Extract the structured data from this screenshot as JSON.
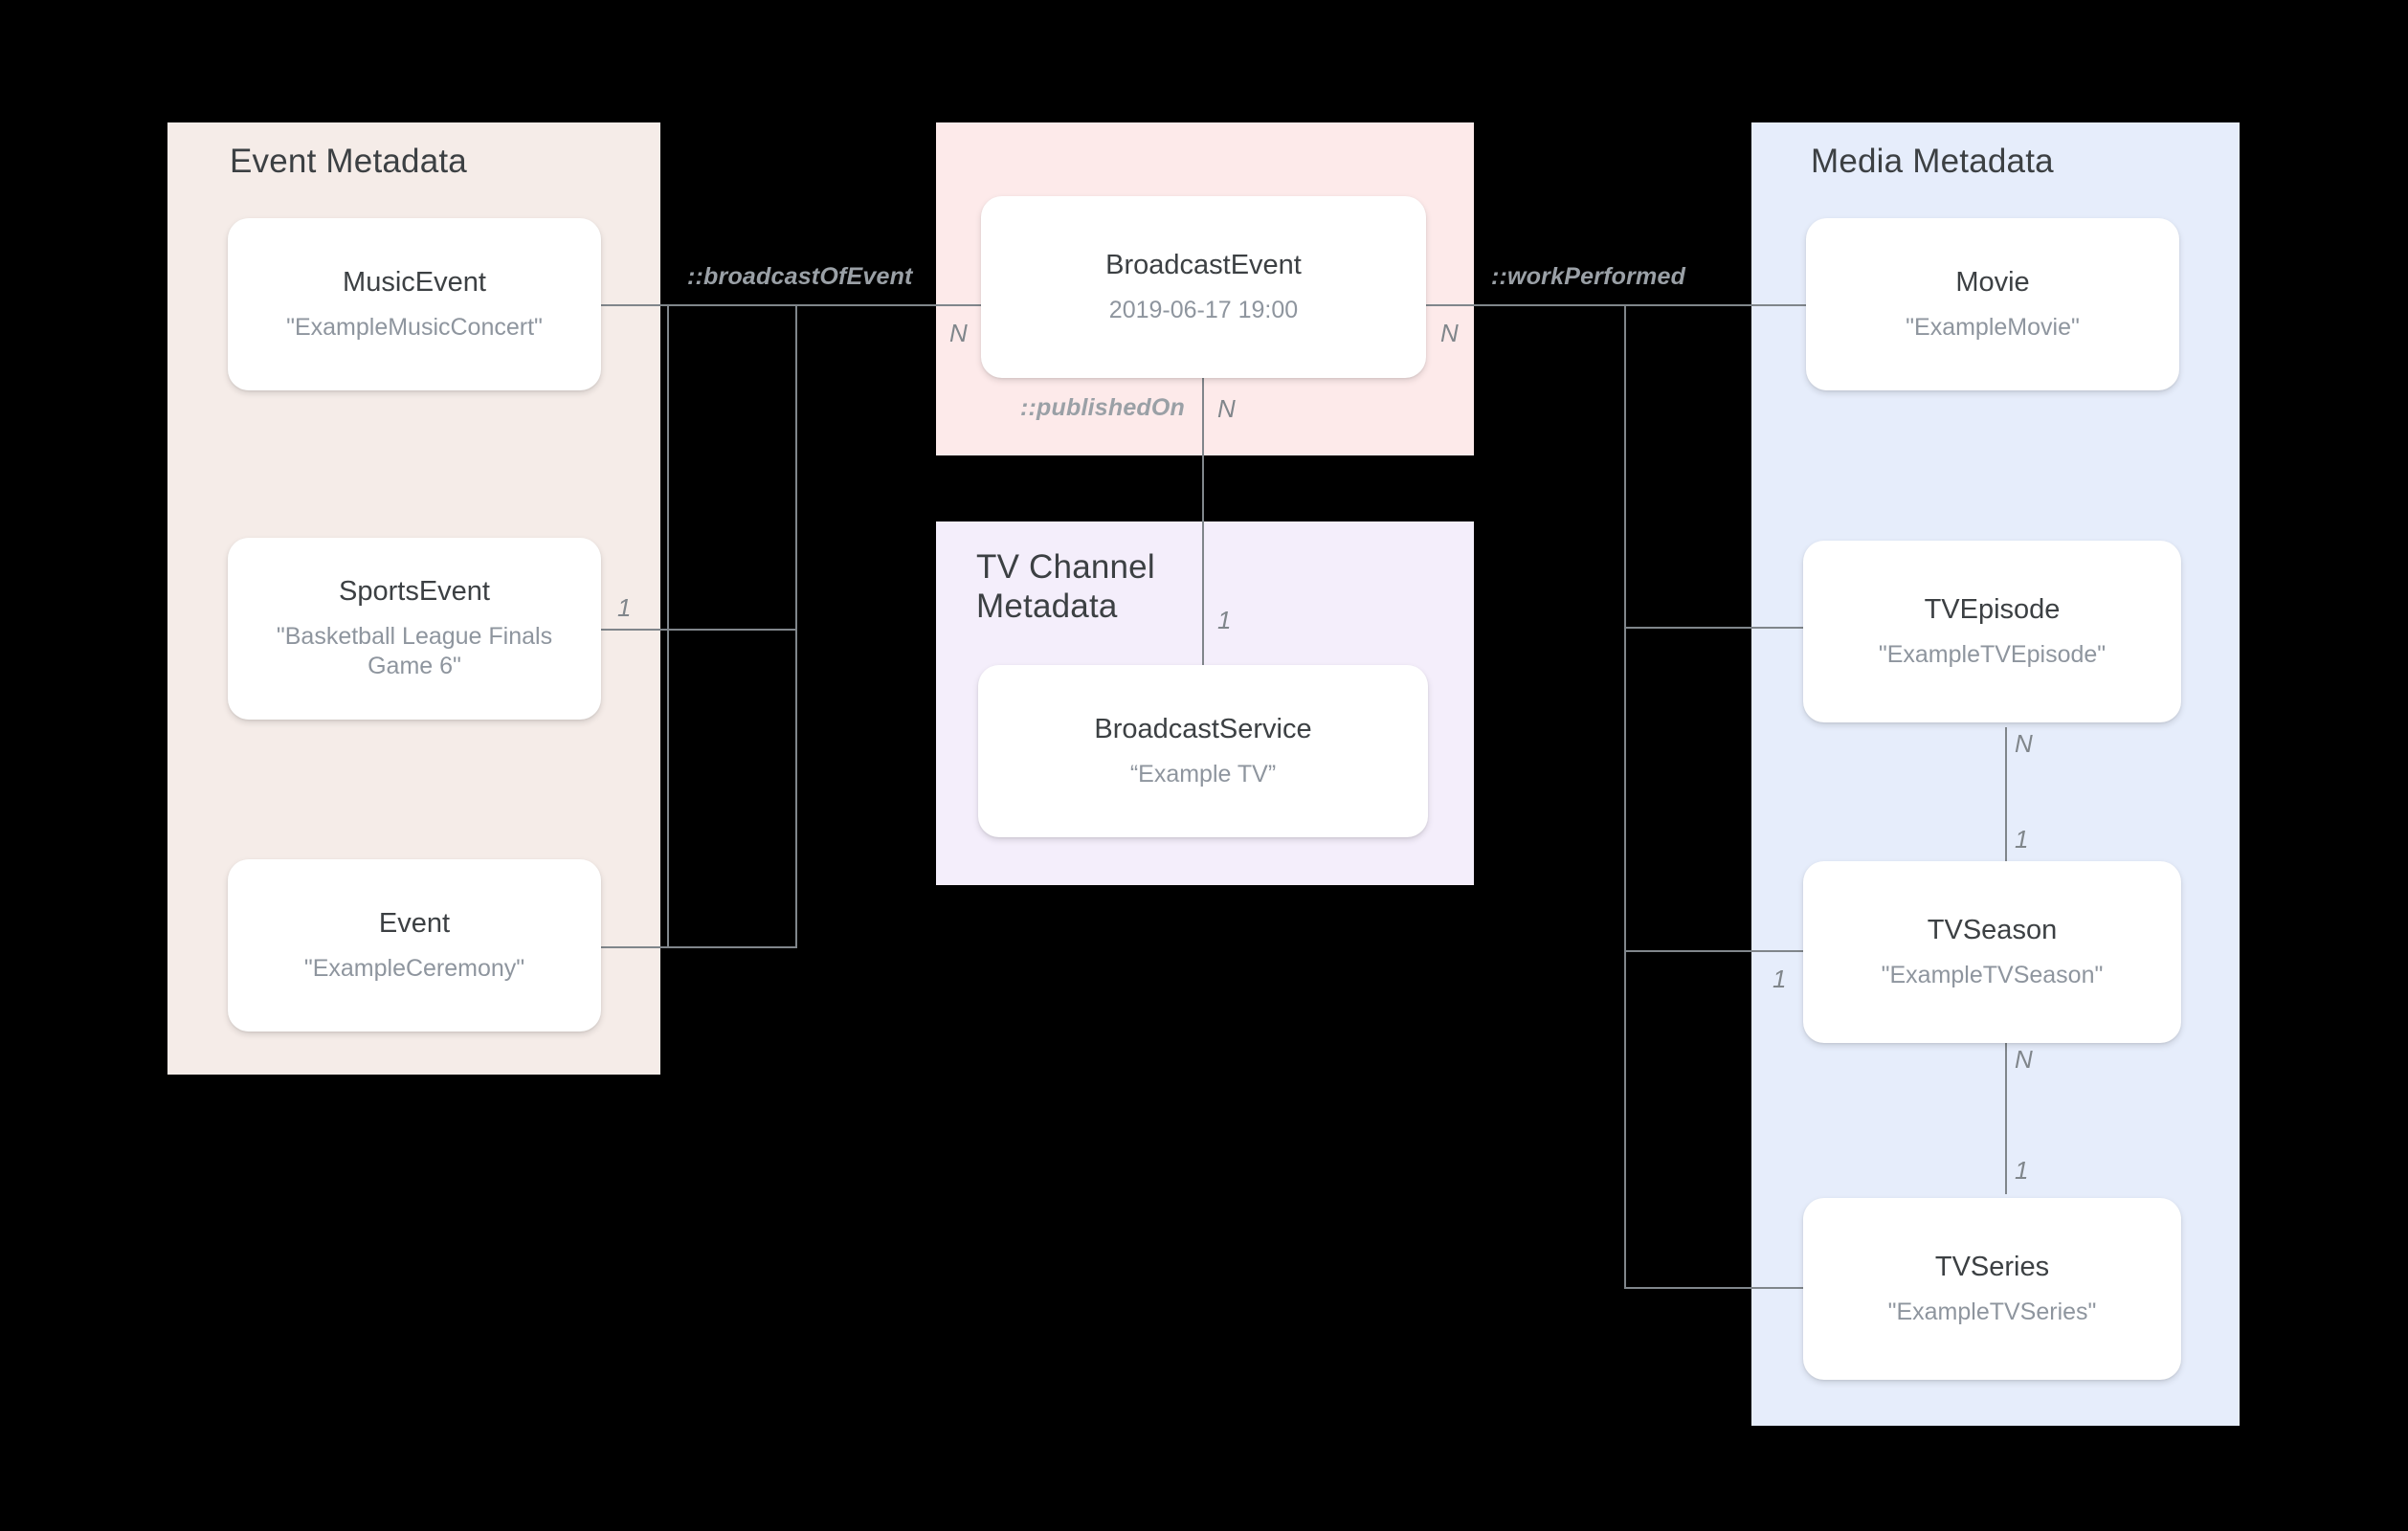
{
  "diagram": {
    "background_color": "#000000",
    "groups": [
      {
        "id": "event-metadata",
        "title": "Event Metadata",
        "color": "#f5ece8"
      },
      {
        "id": "broadcast-event-group",
        "title": "",
        "color": "#fdeaea"
      },
      {
        "id": "tv-channel-metadata",
        "title": "TV Channel\nMetadata",
        "color": "#f4eefb"
      },
      {
        "id": "media-metadata",
        "title": "Media Metadata",
        "color": "#e6edfb"
      }
    ],
    "nodes": [
      {
        "id": "music-event",
        "title": "MusicEvent",
        "value": "\"ExampleMusicConcert\""
      },
      {
        "id": "sports-event",
        "title": "SportsEvent",
        "value": "\"Basketball League Finals Game 6\""
      },
      {
        "id": "event",
        "title": "Event",
        "value": "\"ExampleCeremony\""
      },
      {
        "id": "broadcast-event",
        "title": "BroadcastEvent",
        "value": "2019-06-17 19:00"
      },
      {
        "id": "broadcast-service",
        "title": "BroadcastService",
        "value": "“Example TV”"
      },
      {
        "id": "movie",
        "title": "Movie",
        "value": "\"ExampleMovie\""
      },
      {
        "id": "tv-episode",
        "title": "TVEpisode",
        "value": "\"ExampleTVEpisode\""
      },
      {
        "id": "tv-season",
        "title": "TVSeason",
        "value": "\"ExampleTVSeason\""
      },
      {
        "id": "tv-series",
        "title": "TVSeries",
        "value": "\"ExampleTVSeries\""
      }
    ],
    "relations": [
      {
        "id": "broadcast-of-event",
        "label": "::broadcastOfEvent",
        "from": "broadcast-event",
        "to": "event-metadata-nodes"
      },
      {
        "id": "work-performed",
        "label": "::workPerformed",
        "from": "broadcast-event",
        "to": "media-metadata-nodes"
      },
      {
        "id": "published-on",
        "label": "::publishedOn",
        "from": "broadcast-event",
        "to": "broadcast-service"
      }
    ],
    "cardinalities": {
      "broadcast_of_event_source": "N",
      "broadcast_of_event_target": "1",
      "work_performed_source": "N",
      "work_performed_tv_season": "1",
      "published_on_source": "N",
      "published_on_target": "1",
      "episode_to_season_n": "N",
      "episode_to_season_1": "1",
      "season_to_series_n": "N",
      "season_to_series_1": "1"
    }
  }
}
